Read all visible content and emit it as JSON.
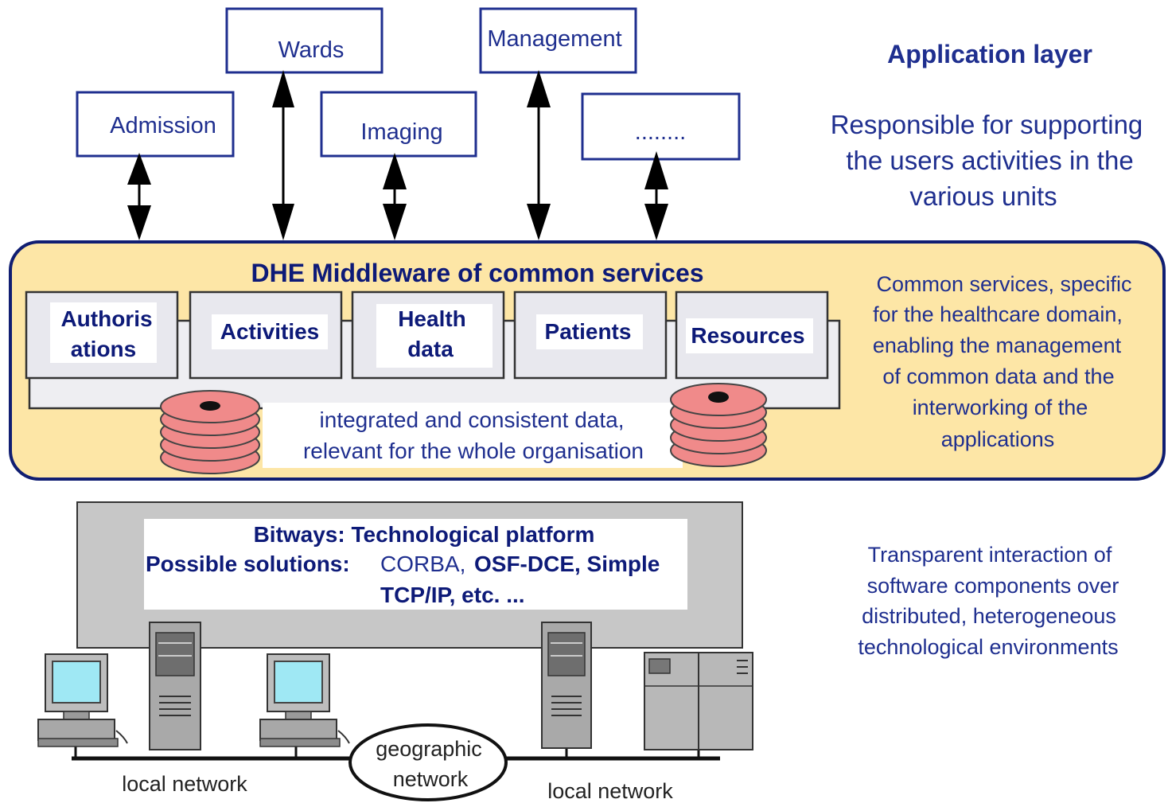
{
  "application_layer": {
    "title": "Application layer",
    "description_lines": [
      "Responsible for supporting",
      "the users activities in the",
      "various units"
    ],
    "boxes": [
      "Admission",
      "Wards",
      "Imaging",
      "Management",
      "........"
    ]
  },
  "middleware": {
    "title": "DHE Middleware of common services",
    "services": [
      {
        "lines": [
          "Authoris",
          "ations"
        ]
      },
      {
        "lines": [
          "Activities"
        ]
      },
      {
        "lines": [
          "Health",
          "data"
        ]
      },
      {
        "lines": [
          "Patients"
        ]
      },
      {
        "lines": [
          "Resources"
        ]
      }
    ],
    "data_note_lines": [
      "integrated and consistent data,",
      "relevant for the whole organisation"
    ],
    "description_lines": [
      "Common services,  specific",
      "for the healthcare domain,",
      "enabling the management",
      "of common data and the",
      "interworking of the",
      "applications"
    ]
  },
  "bitways": {
    "title": "Bitways: Technological platform",
    "solutions_label": "Possible solutions:",
    "solutions_plain": "CORBA,",
    "solutions_bold": "OSF-DCE, Simple",
    "solutions_line2": "TCP/IP, etc. ...",
    "description_lines": [
      "Transparent interaction  of",
      "software components  over",
      "distributed, heterogeneous",
      "technological environments"
    ]
  },
  "network": {
    "left_label": "local network",
    "right_label": "local network",
    "geo_lines": [
      "geographic",
      "network"
    ]
  },
  "colors": {
    "ink_blue": "#1f2f8f",
    "middleware_fill": "#fde6a6",
    "middleware_border": "#101e72",
    "disk_fill": "#f08a8a",
    "platform_gray": "#c7c7c7"
  }
}
